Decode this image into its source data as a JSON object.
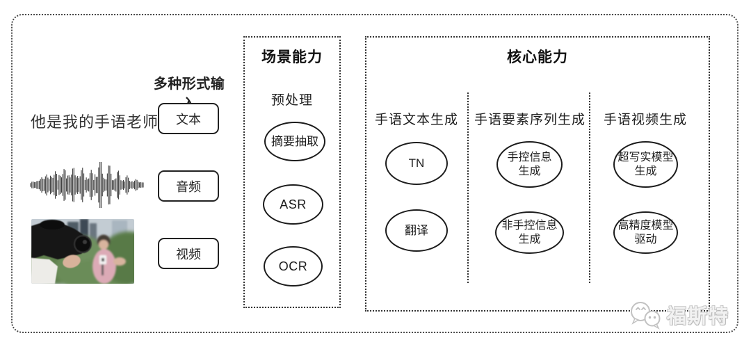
{
  "input_section": {
    "header": "多种形式输入",
    "sample_text": "他是我的手语老师",
    "text_label": "文本",
    "audio_label": "音频",
    "video_label": "视频"
  },
  "scene_box": {
    "title": "场景能力",
    "subtitle": "预处理",
    "nodes": [
      "摘要抽取",
      "ASR",
      "OCR"
    ]
  },
  "core_box": {
    "title": "核心能力",
    "columns": [
      {
        "header": "手语文本生成",
        "nodes": [
          "TN",
          "翻译"
        ]
      },
      {
        "header": "手语要素序列生成",
        "nodes": [
          "手控信息\n生成",
          "非手控信息\n生成"
        ]
      },
      {
        "header": "手语视频生成",
        "nodes": [
          "超写实模型\n生成",
          "高精度模型\n驱动"
        ]
      }
    ]
  },
  "watermark": {
    "logo": "wechat-chat-bubbles-icon",
    "text": "福斯特"
  },
  "colors": {
    "line": "#1c1c1c",
    "dashed_border": "#333333",
    "watermark_gray": "#c5c5c5"
  }
}
